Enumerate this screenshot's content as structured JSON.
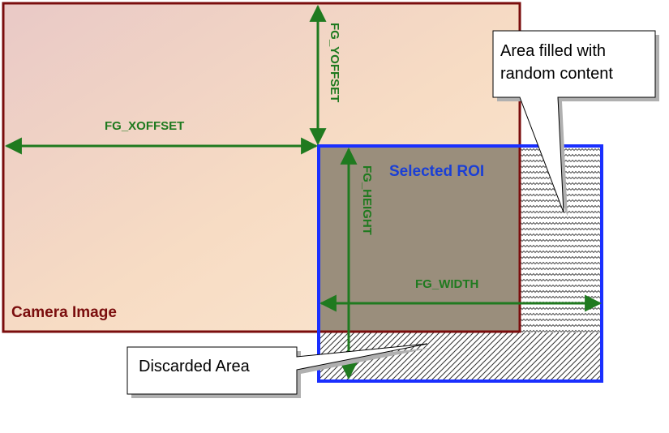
{
  "labels": {
    "camera_image": "Camera Image",
    "selected_roi": "Selected ROI",
    "fg_xoffset": "FG_XOFFSET",
    "fg_yoffset": "FG_YOFFSET",
    "fg_height": "FG_HEIGHT",
    "fg_width": "FG_WIDTH"
  },
  "callouts": {
    "random_content": [
      "Area filled with",
      "random content"
    ],
    "discarded": "Discarded Area"
  },
  "colors": {
    "camera_border": "#7a0d0d",
    "roi_border": "#1a2fff",
    "dimension_arrow": "#1f7a1f",
    "overlap_fill": "#9a8e7c"
  }
}
